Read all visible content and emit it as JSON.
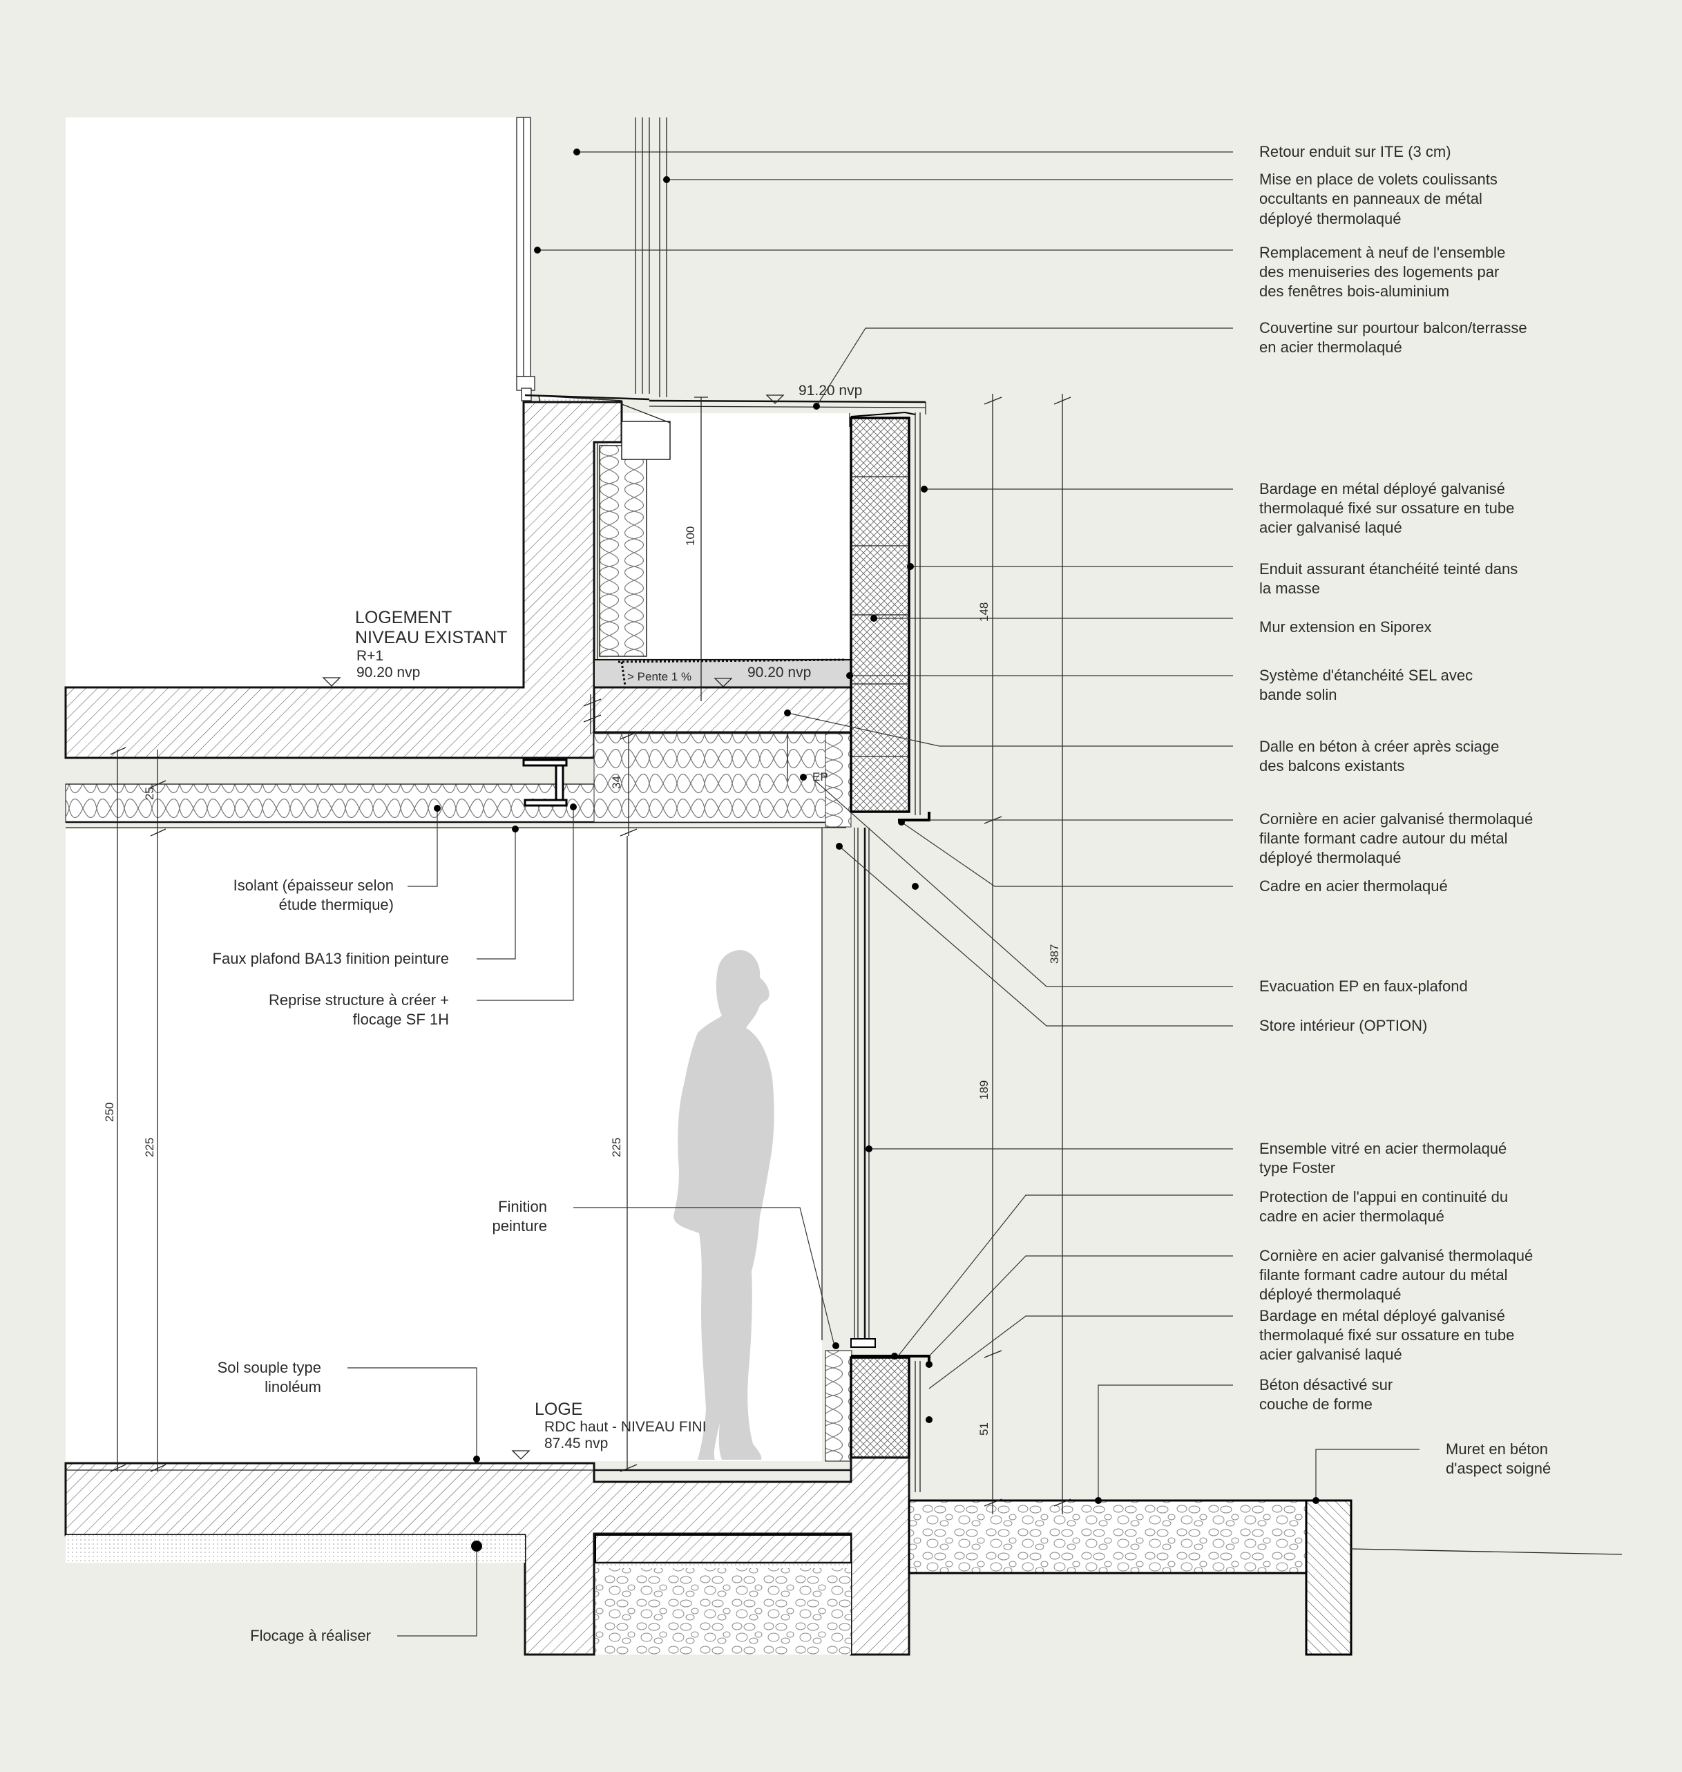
{
  "colors": {
    "background": "#eeeee8",
    "wall": "#ffffff",
    "person": "#d2d2d2",
    "line": "#111111"
  },
  "annotations": {
    "retour": "Retour  enduit sur ITE (3 cm)",
    "volets": [
      "Mise en place de volets coulissants",
      "occultants en panneaux de métal",
      "déployé thermolaqué"
    ],
    "menuiseries": [
      "Remplacement à neuf de l'ensemble",
      "des menuiseries des logements par",
      "des fenêtres bois-aluminium"
    ],
    "couvertine": [
      "Couvertine sur pourtour balcon/terrasse",
      "en acier thermolaqué"
    ],
    "bardage1": [
      "Bardage en métal déployé galvanisé",
      "thermolaqué fixé sur ossature en tube",
      "acier galvanisé laqué"
    ],
    "enduit": [
      "Enduit assurant étanchéité teinté dans",
      "la masse"
    ],
    "siporex": "Mur extension en Siporex",
    "sel": [
      "Système d'étanchéité  SEL avec",
      "bande solin"
    ],
    "dalle": [
      "Dalle en béton à créer après sciage",
      "des balcons existants"
    ],
    "corniere1": [
      "Cornière en acier galvanisé thermolaqué",
      "filante formant cadre autour du métal",
      "déployé thermolaqué"
    ],
    "cadre": "Cadre en acier thermolaqué",
    "evacuation": "Evacuation EP en faux-plafond",
    "store": "Store intérieur (OPTION)",
    "ensemble": [
      "Ensemble vitré en acier thermolaqué",
      "type Foster"
    ],
    "protection": [
      "Protection de l'appui en continuité du",
      "cadre en  acier thermolaqué"
    ],
    "corniere2": [
      "Cornière en acier galvanisé thermolaqué",
      "filante formant cadre autour du métal",
      "déployé thermolaqué"
    ],
    "bardage2": [
      "Bardage en métal déployé galvanisé",
      "thermolaqué fixé sur ossature en tube",
      "acier galvanisé laqué"
    ],
    "beton": [
      "Béton désactivé sur",
      "couche de forme"
    ],
    "muret": [
      "Muret en béton",
      "d'aspect soigné"
    ],
    "isolant": [
      "Isolant (épaisseur selon",
      "étude thermique)"
    ],
    "faux_plafond": "Faux plafond BA13 finition peinture",
    "reprise": [
      "Reprise structure à créer +",
      "flocage SF 1H"
    ],
    "finition": [
      "Finition",
      "peinture"
    ],
    "sol": [
      "Sol souple type",
      "linoléum"
    ],
    "flocage": "Flocage à réaliser"
  },
  "levels": {
    "logement": {
      "title1": "LOGEMENT",
      "title2": "NIVEAU EXISTANT",
      "sub": "R+1",
      "level": "90.20 nvp"
    },
    "loge": {
      "title": "LOGE",
      "sub": "RDC haut - NIVEAU FINI",
      "level": "87.45 nvp"
    },
    "top": "91.20 nvp",
    "terrace": "90.20 nvp",
    "pente": "> Pente 1 %",
    "ep": "EP"
  },
  "dimensions": {
    "d100": "100",
    "d148": "148",
    "d387": "387",
    "d189": "189",
    "d51": "51",
    "d25": "25",
    "d34": "34",
    "d250": "250",
    "d225a": "225",
    "d225b": "225"
  }
}
